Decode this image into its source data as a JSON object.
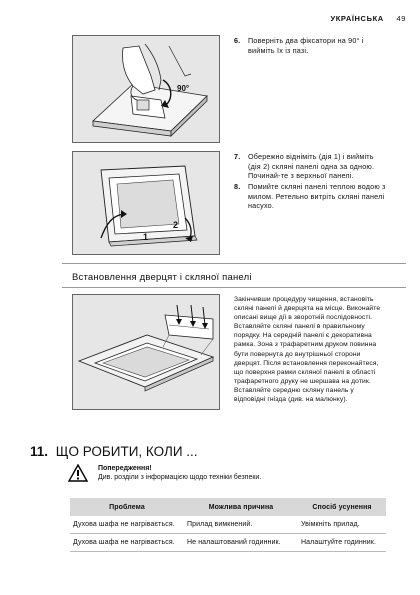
{
  "header": {
    "language": "УКРАЇНСЬКА",
    "page": "49"
  },
  "steps": [
    {
      "num": "6.",
      "text": "Поверніть два фіксатори на 90° і вийміть їх із пазі."
    },
    {
      "num": "7.",
      "text": "Обережно відніміть (дія 1) і вийміть (дія 2) скляні панелі одна за одною. Починай-те з верхньої панелі."
    },
    {
      "num": "8.",
      "text": "Помийте скляні панелі теплою водою з милом. Ретельно витріть скляні панелі насухо."
    }
  ],
  "figures": {
    "fig1": {
      "angle_label": "90°"
    },
    "fig2": {
      "action1": "1",
      "action2": "2"
    }
  },
  "install": {
    "title": "Встановлення дверцят і скляної панелі",
    "text": "Закінчивши процедуру чищення, встановіть скляні панелі й дверцята на місце. Виконайте описані вище дії в зворотній послідовності. Вставляйте скляні панелі в правильному порядку. На середній панелі є декоративна рамка. Зона з трафаретним друком повинна бути повернута до внутрішньої сторони дверцят. Після встановлення переконайтеся, що поверхня рамки скляної панелі в області трафаретного друку не шершава на дотик. Вставляйте середню скляну панель у відповідні гнізда (див. на малюнку)."
  },
  "section11": {
    "number": "11.",
    "title": "ЩО РОБИТИ, КОЛИ ...",
    "warning_title": "Попередження!",
    "warning_text": "Див. розділи з інформацією щодо техніки безпеки."
  },
  "table": {
    "headers": [
      "Проблема",
      "Можлива причина",
      "Спосіб усунення"
    ],
    "rows": [
      [
        "Духова шафа не нагрівається.",
        "Прилад вимкнений.",
        "Увімкніть прилад."
      ],
      [
        "Духова шафа не нагрівається.",
        "Не налаштований годинник.",
        "Налаштуйте годинник."
      ]
    ]
  }
}
